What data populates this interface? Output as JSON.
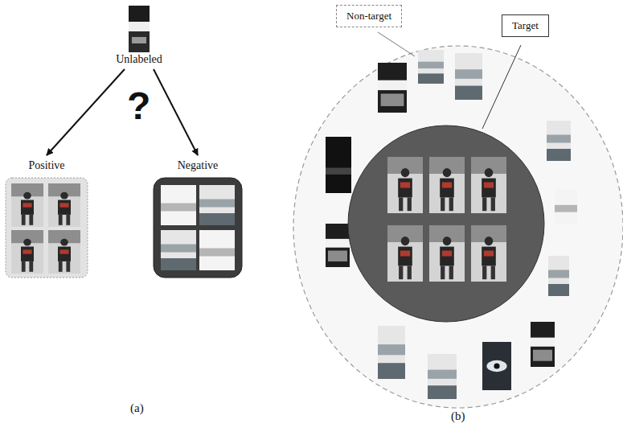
{
  "diagram": {
    "nodes": [
      {
        "text": [
          "Unlabeled"
        ]
      },
      {
        "text": [
          "Positive"
        ]
      },
      {
        "text": [
          "Negative"
        ]
      },
      {
        "text": [
          "Non-target"
        ]
      },
      {
        "text": [
          "Target"
        ]
      }
    ],
    "edges": [
      {
        "from": 0,
        "to": 1,
        "arrow": "to"
      },
      {
        "from": 0,
        "to": 2,
        "arrow": "to"
      }
    ],
    "labels": [
      "?",
      "(a)",
      "(b)"
    ]
  }
}
